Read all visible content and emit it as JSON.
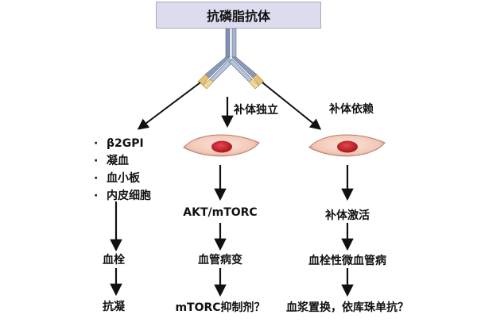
{
  "diagram": {
    "title": "抗磷脂抗体",
    "left_branch": {
      "items": [
        "β2GPI",
        "凝血",
        "血小板",
        "内皮细胞"
      ],
      "steps": [
        "血栓",
        "抗凝"
      ]
    },
    "middle_branch": {
      "label": "补体独立",
      "steps": [
        "AKT/mTORC",
        "血管病变",
        "mTORC抑制剂？"
      ]
    },
    "right_branch": {
      "label": "补体依赖",
      "steps": [
        "补体激活",
        "血栓性微血管病",
        "血浆置换，依库珠单抗？"
      ]
    },
    "colors": {
      "title_box": "#dcdcee",
      "cell_body": "#f2c8b8",
      "cell_nucleus": "#c8202a",
      "antibody_heavy": "#8a9ab8",
      "antibody_tip": "#e4c27a",
      "arrow": "#111111"
    }
  }
}
